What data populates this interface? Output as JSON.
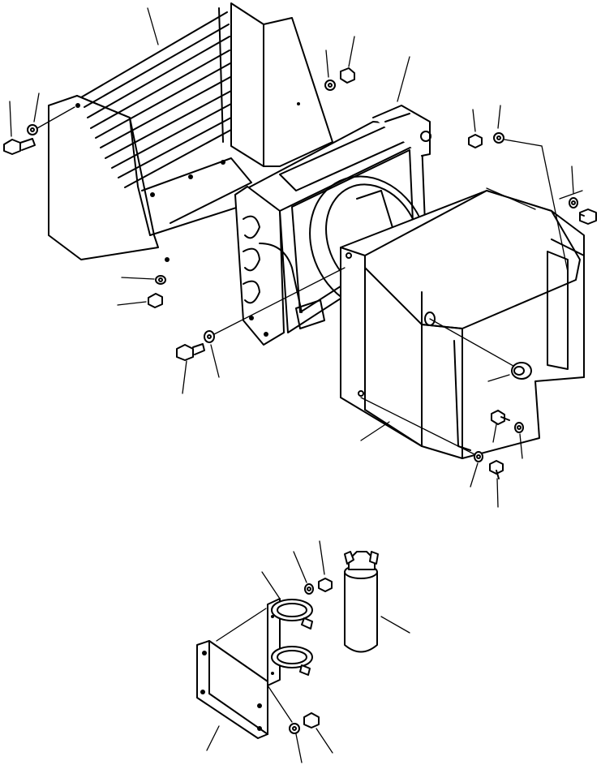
{
  "diagram": {
    "type": "exploded-parts-view",
    "assemblies": [
      "condenser-fan-assembly",
      "receiver-drier-assembly"
    ],
    "parts": [
      "upper-left-guard",
      "condenser-core",
      "fan-shroud-cover",
      "mounting-bolt",
      "washer",
      "rubber-grommet",
      "receiver-drier",
      "drier-bracket",
      "mounting-plate",
      "hose-clamp"
    ],
    "text_labels": []
  }
}
